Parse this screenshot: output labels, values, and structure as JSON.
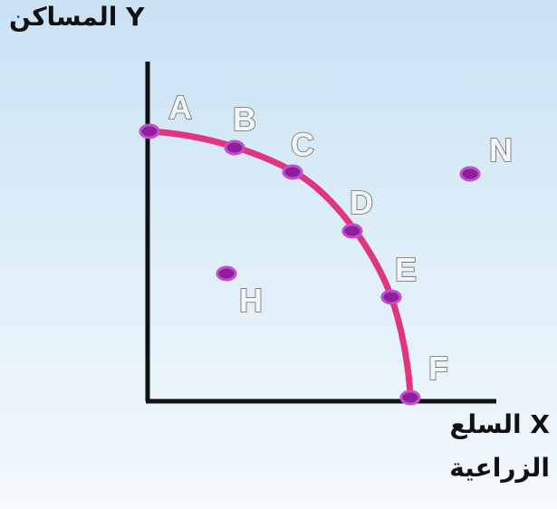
{
  "y_axis_label": "Y المساكن",
  "x_axis_label_line1": "X السلع",
  "x_axis_label_line2": "الزراعية",
  "colors": {
    "axis": "#111111",
    "curve": "#e0357f",
    "point_fill": "#8e1f9a",
    "point_stroke": "#c24fd1"
  },
  "curve_points": [
    {
      "label": "A"
    },
    {
      "label": "B"
    },
    {
      "label": "C"
    },
    {
      "label": "D"
    },
    {
      "label": "E"
    },
    {
      "label": "F"
    }
  ],
  "other_points": [
    {
      "label": "H"
    },
    {
      "label": "N"
    }
  ]
}
